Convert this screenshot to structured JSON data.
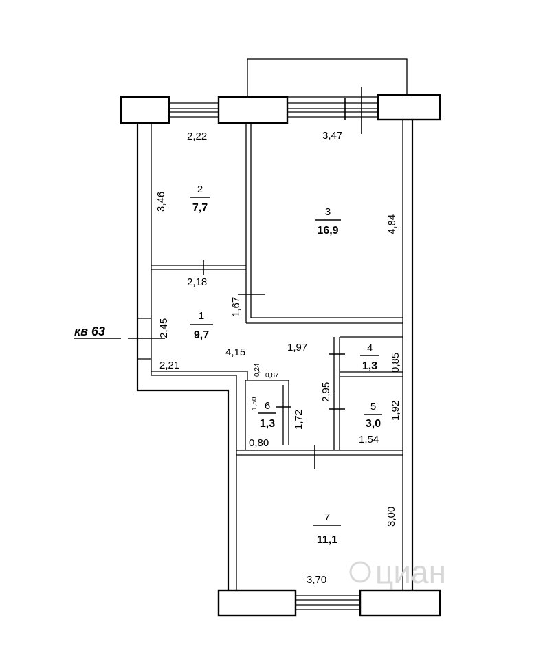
{
  "apartment_label": "кв 63",
  "rooms": [
    {
      "id": "1",
      "number": "1",
      "area": "9,7"
    },
    {
      "id": "2",
      "number": "2",
      "area": "7,7"
    },
    {
      "id": "3",
      "number": "3",
      "area": "16,9"
    },
    {
      "id": "4",
      "number": "4",
      "area": "1,3"
    },
    {
      "id": "5",
      "number": "5",
      "area": "3,0"
    },
    {
      "id": "6",
      "number": "6",
      "area": "1,3"
    },
    {
      "id": "7",
      "number": "7",
      "area": "11,1"
    }
  ],
  "dimensions": {
    "r2_top": "2,22",
    "r2_side": "3,46",
    "r2_bottom": "2,18",
    "r3_top": "3,47",
    "r3_side": "4,84",
    "r1_door": "1,67",
    "r1_side": "2,45",
    "r1_bottom": "2,21",
    "hall_len": "4,15",
    "hall_right": "1,97",
    "r4_side": "0,85",
    "small_024": "0,24",
    "small_087": "0,87",
    "r6_side_left": "1,50",
    "r6_side_right": "1,72",
    "r6_bottom": "0,80",
    "corr_side": "2,95",
    "r5_side": "1,92",
    "r5_bottom": "1,54",
    "r7_side": "3,00",
    "r7_bottom": "3,70"
  },
  "watermark": "циан"
}
